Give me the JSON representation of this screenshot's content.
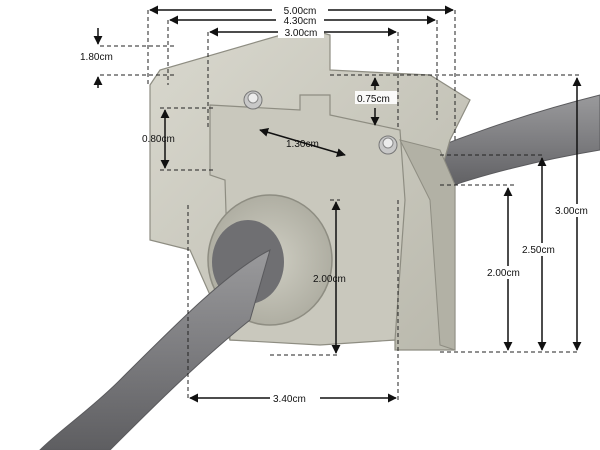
{
  "dimensions": {
    "total_width": "5.00cm",
    "inner_width": "4.30cm",
    "top_width": "3.00cm",
    "left_height": "1.80cm",
    "slot_height": "0.75cm",
    "side_height": "0.80cm",
    "screw_spacing": "1.30cm",
    "overall_height": "3.00cm",
    "body_height": "2.50cm",
    "right_height": "2.00cm",
    "grommet_height": "2.00cm",
    "base_width": "3.40cm"
  }
}
